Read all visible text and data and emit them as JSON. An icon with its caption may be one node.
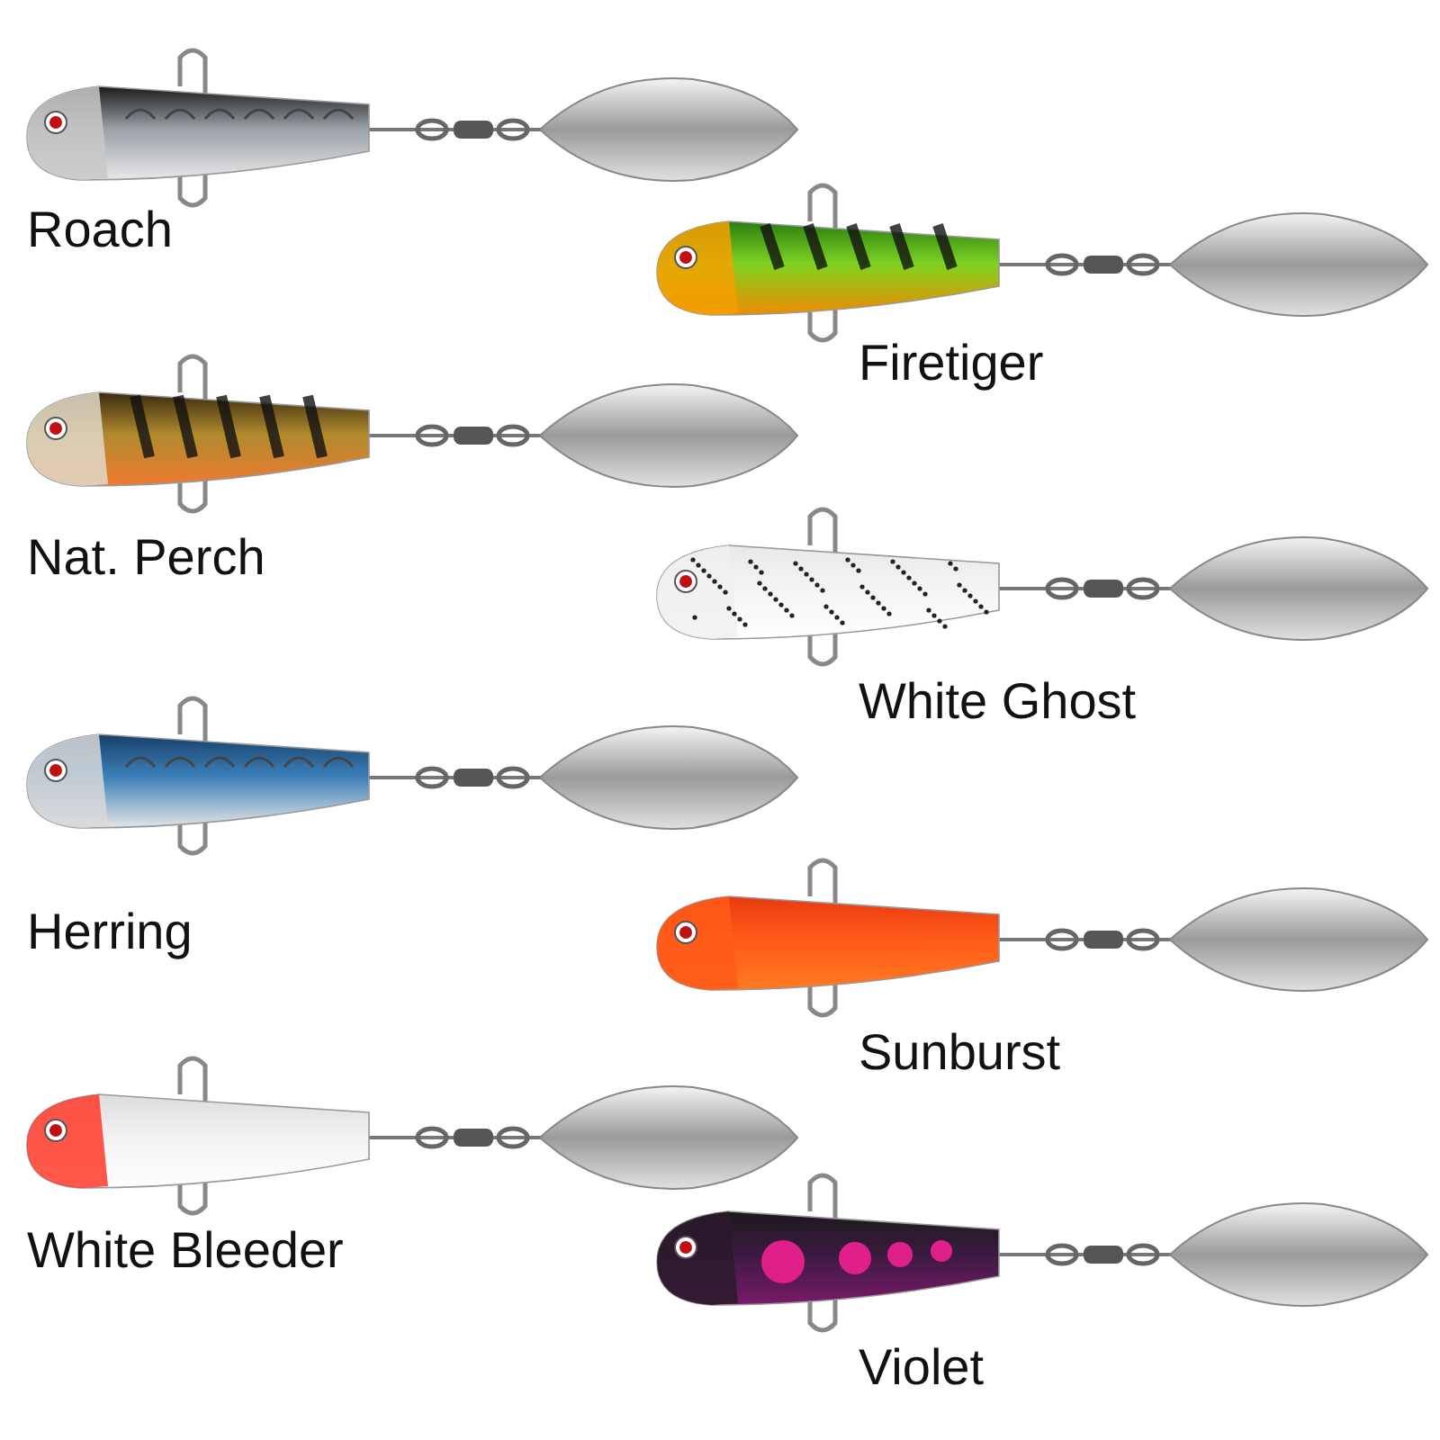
{
  "diagram": {
    "labels": [
      "Roach",
      "Firetiger",
      "Nat. Perch",
      "White Ghost",
      "Herring",
      "Sunburst",
      "White Bleeder",
      "Violet"
    ]
  }
}
